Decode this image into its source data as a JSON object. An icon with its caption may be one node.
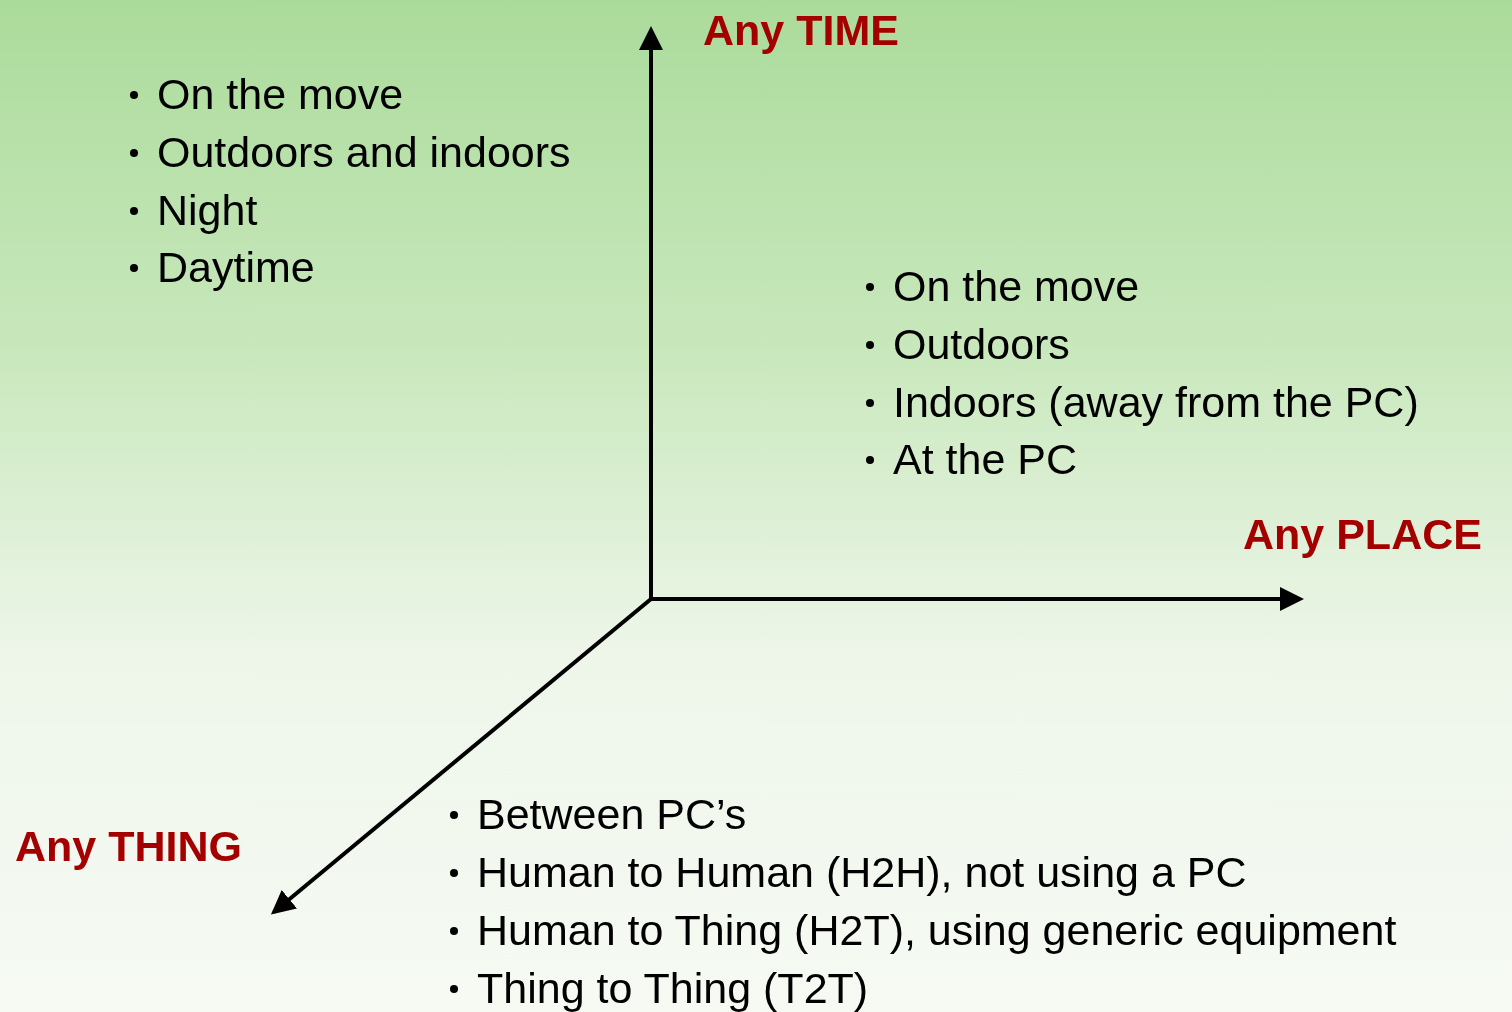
{
  "diagram": {
    "labels": [
      "Any TIME",
      "On the move",
      "Outdoors and indoors",
      "Night",
      "Daytime",
      "On the move",
      "Outdoors",
      "Indoors (away from the PC)",
      "At the PC",
      "Any PLACE",
      "Any THING",
      "Between PC’s",
      "Human to Human (H2H), not using a PC",
      "Human to Thing (H2T), using generic equipment",
      "Thing to Thing (T2T)"
    ]
  }
}
